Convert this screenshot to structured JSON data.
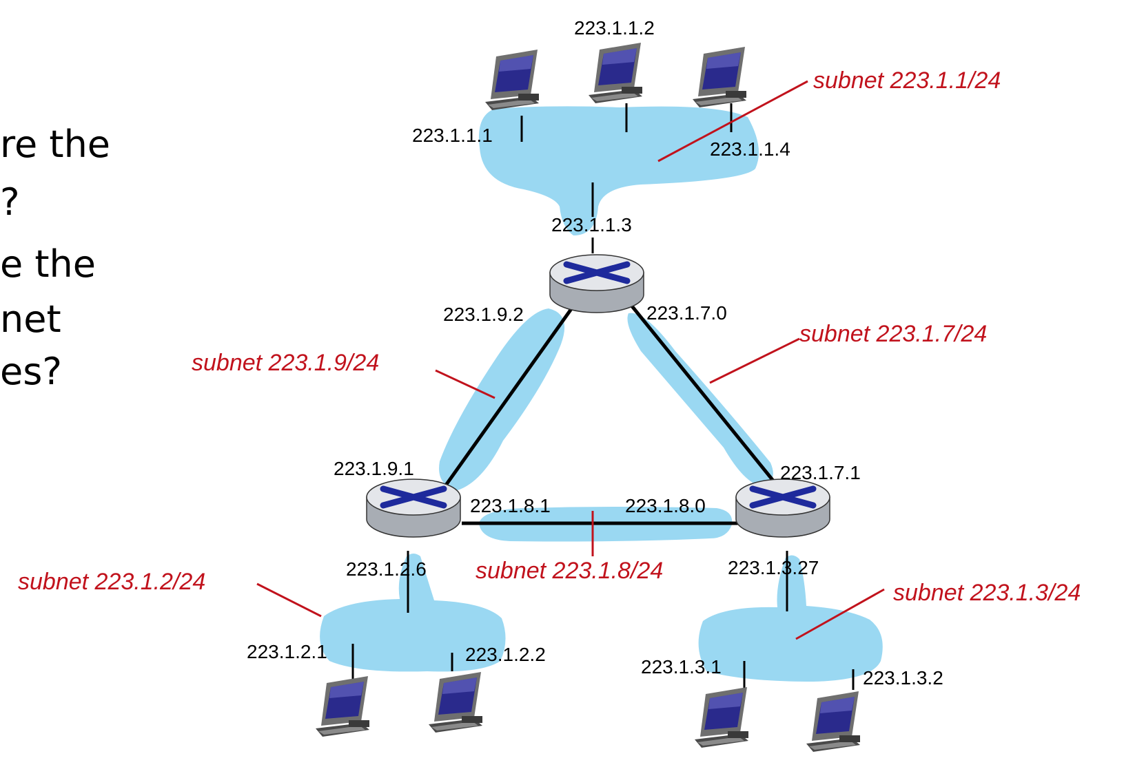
{
  "question_lines": [
    "re the",
    "?",
    "e the",
    "net",
    "es?"
  ],
  "colors": {
    "subnet_fill": "#9ad8f2",
    "subnet_label": "#c1121c",
    "link": "#000000",
    "router_symbol": "#1e2a9c"
  },
  "hosts": {
    "h_1_1_1": "223.1.1.1",
    "h_1_1_2": "223.1.1.2",
    "h_1_1_4": "223.1.1.4",
    "h_2_1": "223.1.2.1",
    "h_2_2": "223.1.2.2",
    "h_3_1": "223.1.3.1",
    "h_3_2": "223.1.3.2"
  },
  "router_interfaces": {
    "r1_1_1_3": "223.1.1.3",
    "r1_9_2": "223.1.9.2",
    "r1_7_0": "223.1.7.0",
    "r2_9_1": "223.1.9.1",
    "r2_8_1": "223.1.8.1",
    "r2_2_6": "223.1.2.6",
    "r3_7_1": "223.1.7.1",
    "r3_8_0": "223.1.8.0",
    "r3_3_27": "223.1.3.27"
  },
  "subnets": {
    "s1": "subnet 223.1.1/24",
    "s7": "subnet 223.1.7/24",
    "s9": "subnet 223.1.9/24",
    "s8": "subnet 223.1.8/24",
    "s2": "subnet 223.1.2/24",
    "s3": "subnet 223.1.3/24"
  }
}
